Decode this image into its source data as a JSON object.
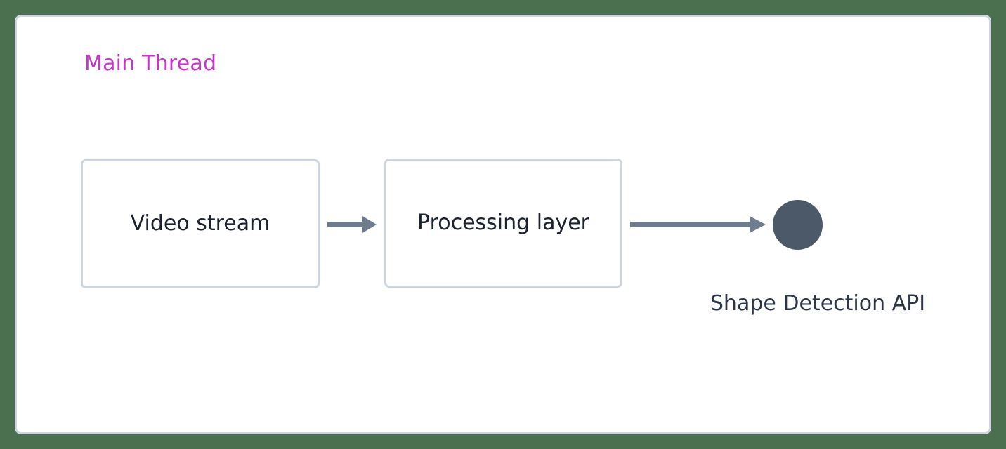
{
  "page": {
    "background_color": "#4a7050",
    "panel_background": "#ffffff",
    "panel_border_color": "#ccd5e0"
  },
  "subgraph": {
    "title": "Main Thread",
    "title_color": "#c736c7"
  },
  "nodes": [
    {
      "id": "video-stream",
      "label": "Video stream",
      "shape": "rounded-rect",
      "fill": "#ffffff",
      "border_color": "#ccd5e0",
      "text_color": "#1b2230"
    },
    {
      "id": "processing-layer",
      "label": "Processing layer",
      "shape": "rounded-rect",
      "fill": "#ffffff",
      "border_color": "#ccd5e0",
      "text_color": "#1b2230"
    },
    {
      "id": "shape-detection-api",
      "label": "Shape Detection API",
      "shape": "circle",
      "fill": "#4c5968",
      "text_color": "#2b3748"
    }
  ],
  "edges": [
    {
      "id": "video-to-processing",
      "from": "video-stream",
      "to": "processing-layer",
      "style": "solid-arrow",
      "color": "#6e7d8d"
    },
    {
      "id": "processing-to-api",
      "from": "processing-layer",
      "to": "shape-detection-api",
      "style": "solid-arrow",
      "color": "#6e7d8d"
    }
  ]
}
